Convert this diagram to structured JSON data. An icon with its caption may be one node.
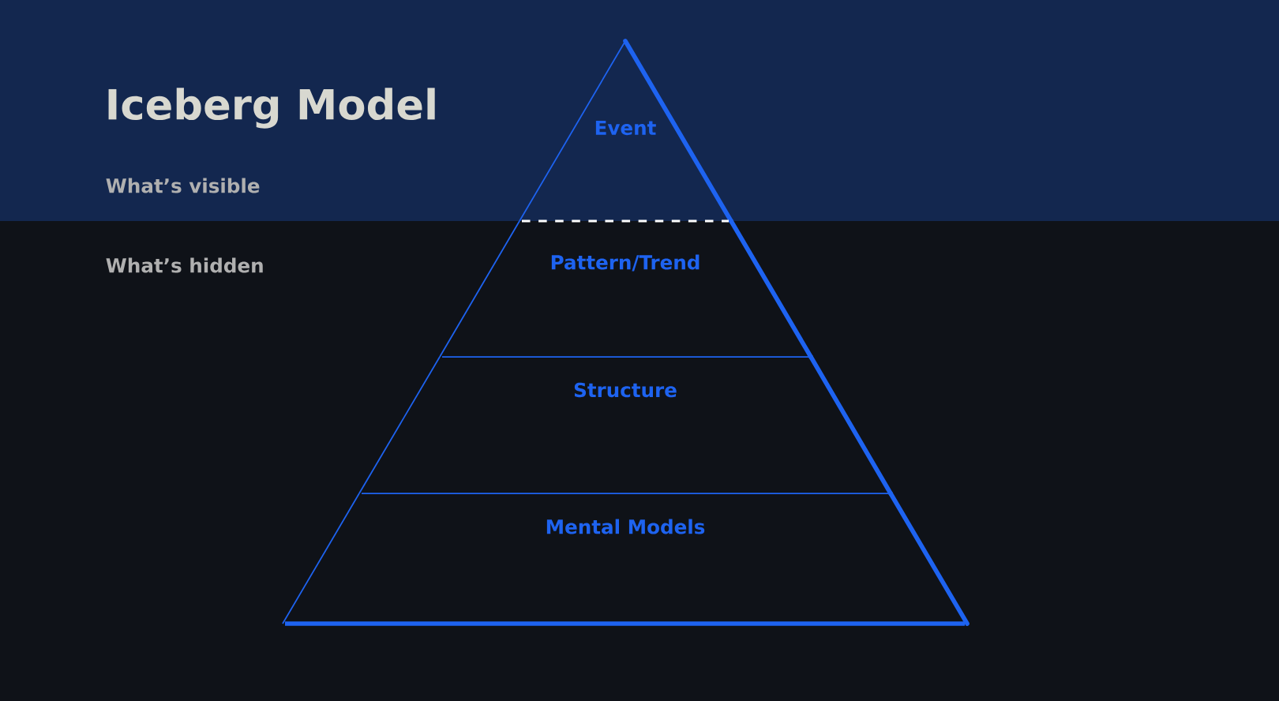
{
  "diagram": {
    "title": "Iceberg Model",
    "nodes": [
      {
        "text": [
          "Event"
        ]
      },
      {
        "text": [
          "Pattern/Trend"
        ]
      },
      {
        "text": [
          "Structure"
        ]
      },
      {
        "text": [
          "Mental Models"
        ]
      }
    ],
    "labels": [
      "What’s visible",
      "What’s hidden"
    ]
  }
}
